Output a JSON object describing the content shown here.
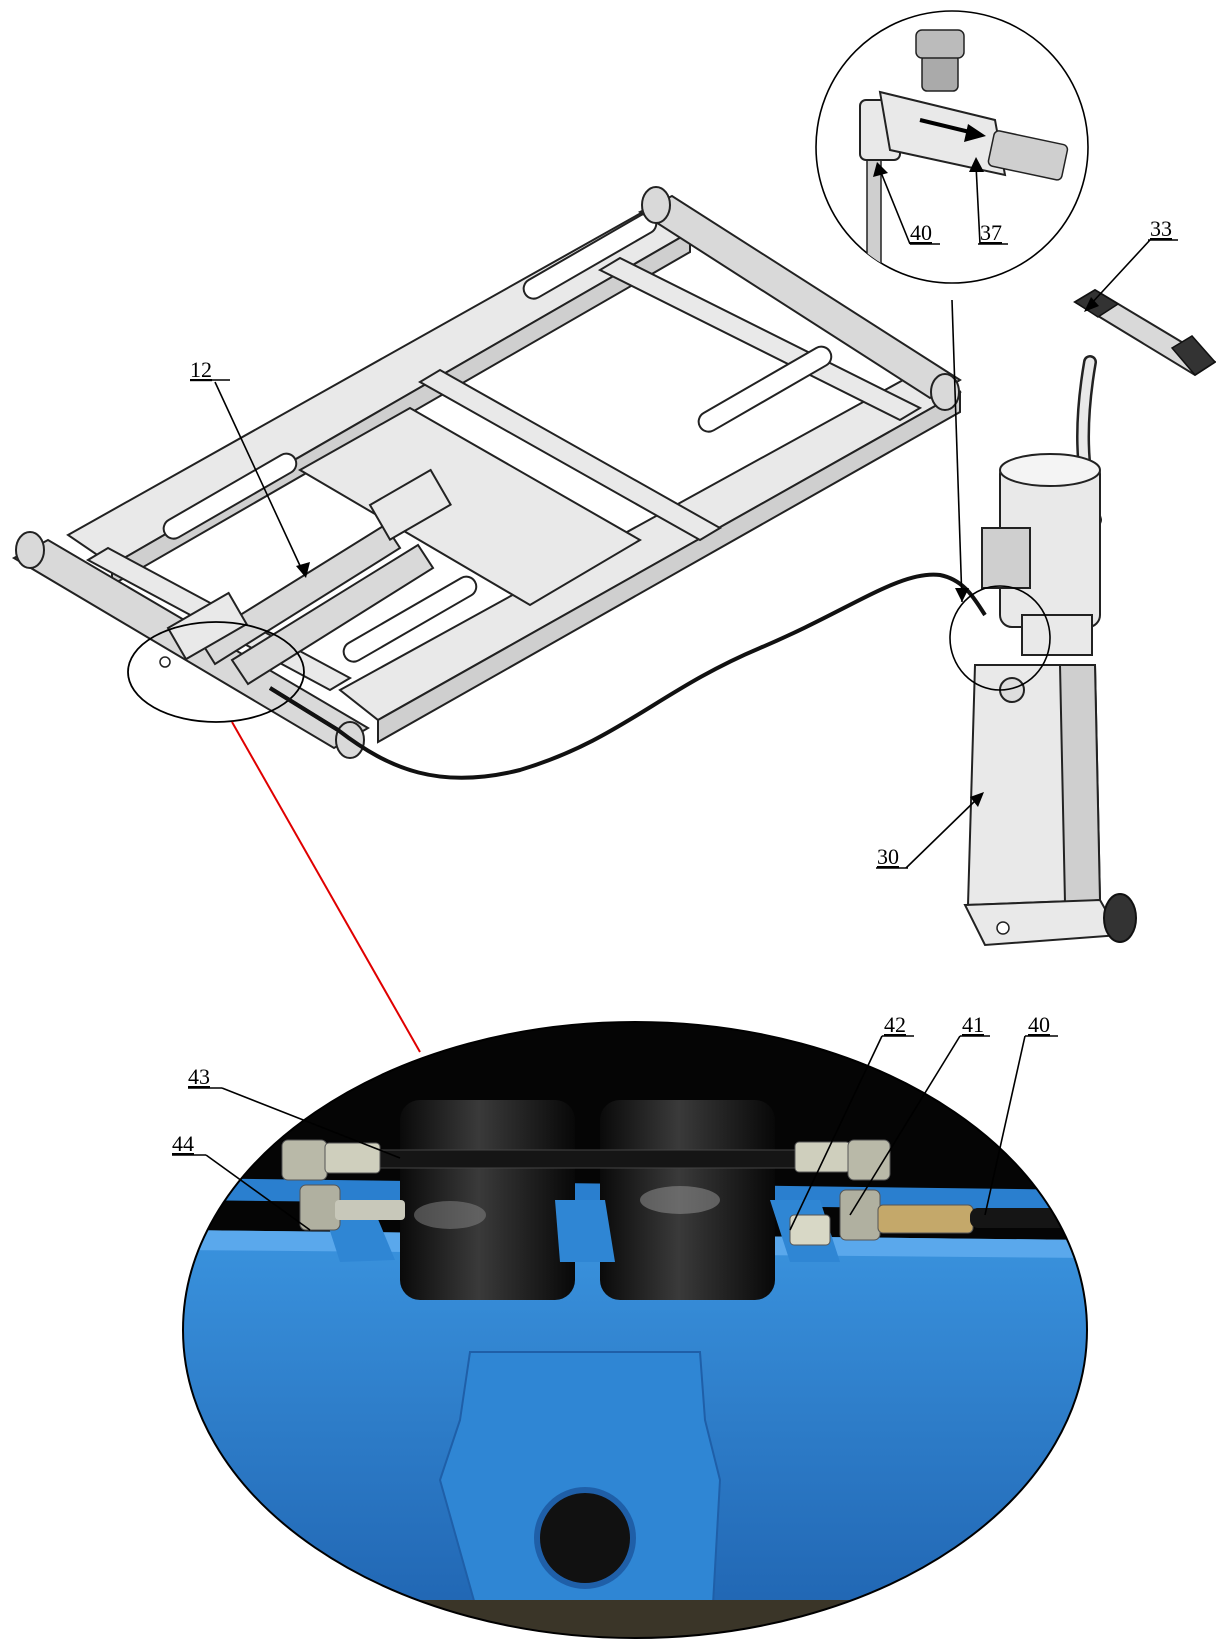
{
  "callouts": {
    "c12": "12",
    "c40_top": "40",
    "c37": "37",
    "c33": "33",
    "c30": "30",
    "c43": "43",
    "c44": "44",
    "c42": "42",
    "c41": "41",
    "c40_bottom": "40"
  },
  "colors": {
    "frame_blue": "#2f86d4",
    "blue_shadow": "#1f5fa8",
    "zoom_line": "#e00000",
    "hose": "#111111",
    "background": "#ffffff"
  },
  "icons": {
    "flow_arrow": "arrow-right-icon"
  }
}
